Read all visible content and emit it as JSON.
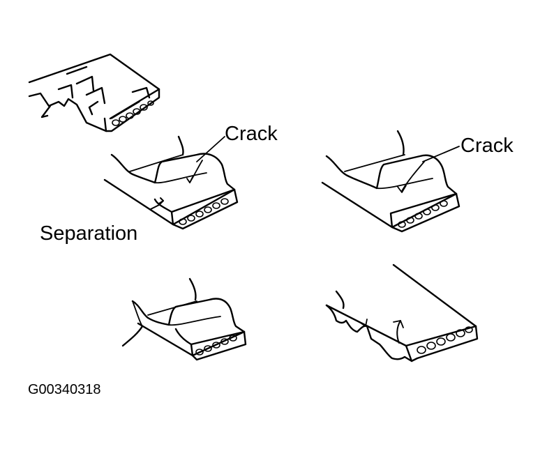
{
  "labels": {
    "crack_left": "Crack",
    "crack_right": "Crack",
    "separation": "Separation",
    "figure_code": "G00340318"
  },
  "colors": {
    "ink": "#000000",
    "background": "#ffffff"
  }
}
